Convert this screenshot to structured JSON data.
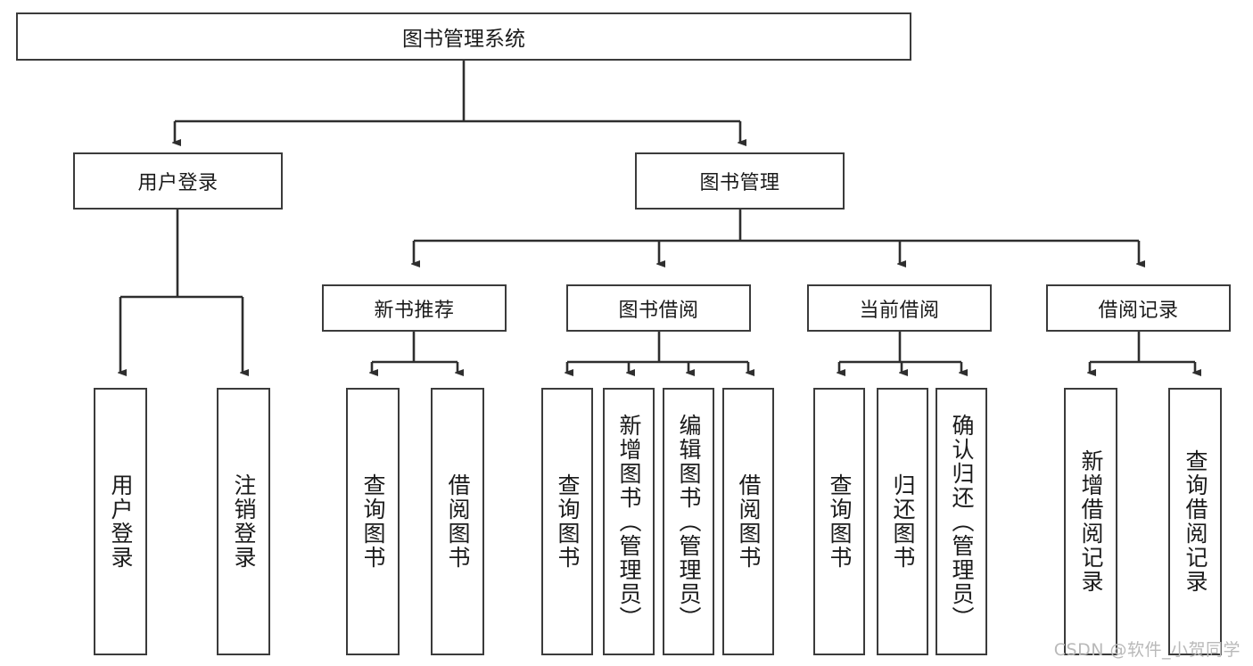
{
  "diagram": {
    "title": "图书管理系统",
    "type": "tree-hierarchy",
    "root": {
      "label": "图书管理系统"
    },
    "level2": [
      {
        "label": "用户登录"
      },
      {
        "label": "图书管理"
      }
    ],
    "level3": [
      {
        "label": "新书推荐"
      },
      {
        "label": "图书借阅"
      },
      {
        "label": "当前借阅"
      },
      {
        "label": "借阅记录"
      }
    ],
    "leaves": [
      {
        "label": "用户登录",
        "parent": "用户登录"
      },
      {
        "label": "注销登录",
        "parent": "用户登录"
      },
      {
        "label": "查询图书",
        "parent": "新书推荐"
      },
      {
        "label": "借阅图书",
        "parent": "新书推荐"
      },
      {
        "label": "查询图书",
        "parent": "图书借阅"
      },
      {
        "label": "新增图书（管理员）",
        "parent": "图书借阅"
      },
      {
        "label": "编辑图书（管理员）",
        "parent": "图书借阅"
      },
      {
        "label": "借阅图书",
        "parent": "图书借阅"
      },
      {
        "label": "查询图书",
        "parent": "当前借阅"
      },
      {
        "label": "归还图书",
        "parent": "当前借阅"
      },
      {
        "label": "确认归还（管理员）",
        "parent": "当前借阅"
      },
      {
        "label": "新增借阅记录",
        "parent": "借阅记录"
      },
      {
        "label": "查询借阅记录",
        "parent": "借阅记录"
      }
    ]
  },
  "watermark": {
    "text": "CSDN @软件_小贺同学"
  },
  "colors": {
    "stroke": "#3b3b3b",
    "text": "#1b1b1b",
    "background": "#ffffff",
    "watermark": "#b9b9b9"
  }
}
